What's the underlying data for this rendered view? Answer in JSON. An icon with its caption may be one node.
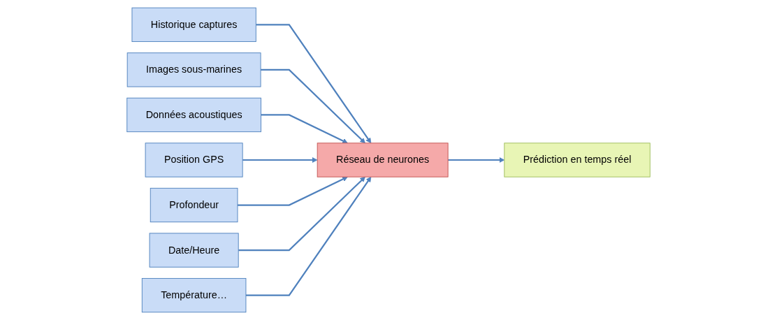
{
  "diagram": {
    "nodes": [
      {
        "text": [
          "Historique captures"
        ]
      },
      {
        "text": [
          "Images sous-marines"
        ]
      },
      {
        "text": [
          "Données acoustiques"
        ]
      },
      {
        "text": [
          "Position GPS"
        ]
      },
      {
        "text": [
          "Profondeur"
        ]
      },
      {
        "text": [
          "Date/Heure"
        ]
      },
      {
        "text": [
          "Température…"
        ]
      },
      {
        "text": [
          "Réseau de neurones"
        ]
      },
      {
        "text": [
          "Prédiction en temps réel"
        ]
      }
    ],
    "edges": [
      {
        "from": 0,
        "to": 7,
        "arrow": "to"
      },
      {
        "from": 1,
        "to": 7,
        "arrow": "to"
      },
      {
        "from": 2,
        "to": 7,
        "arrow": "to"
      },
      {
        "from": 3,
        "to": 7,
        "arrow": "to"
      },
      {
        "from": 4,
        "to": 7,
        "arrow": "to"
      },
      {
        "from": 5,
        "to": 7,
        "arrow": "to"
      },
      {
        "from": 6,
        "to": 7,
        "arrow": "to"
      },
      {
        "from": 7,
        "to": 8,
        "arrow": "to"
      }
    ]
  }
}
